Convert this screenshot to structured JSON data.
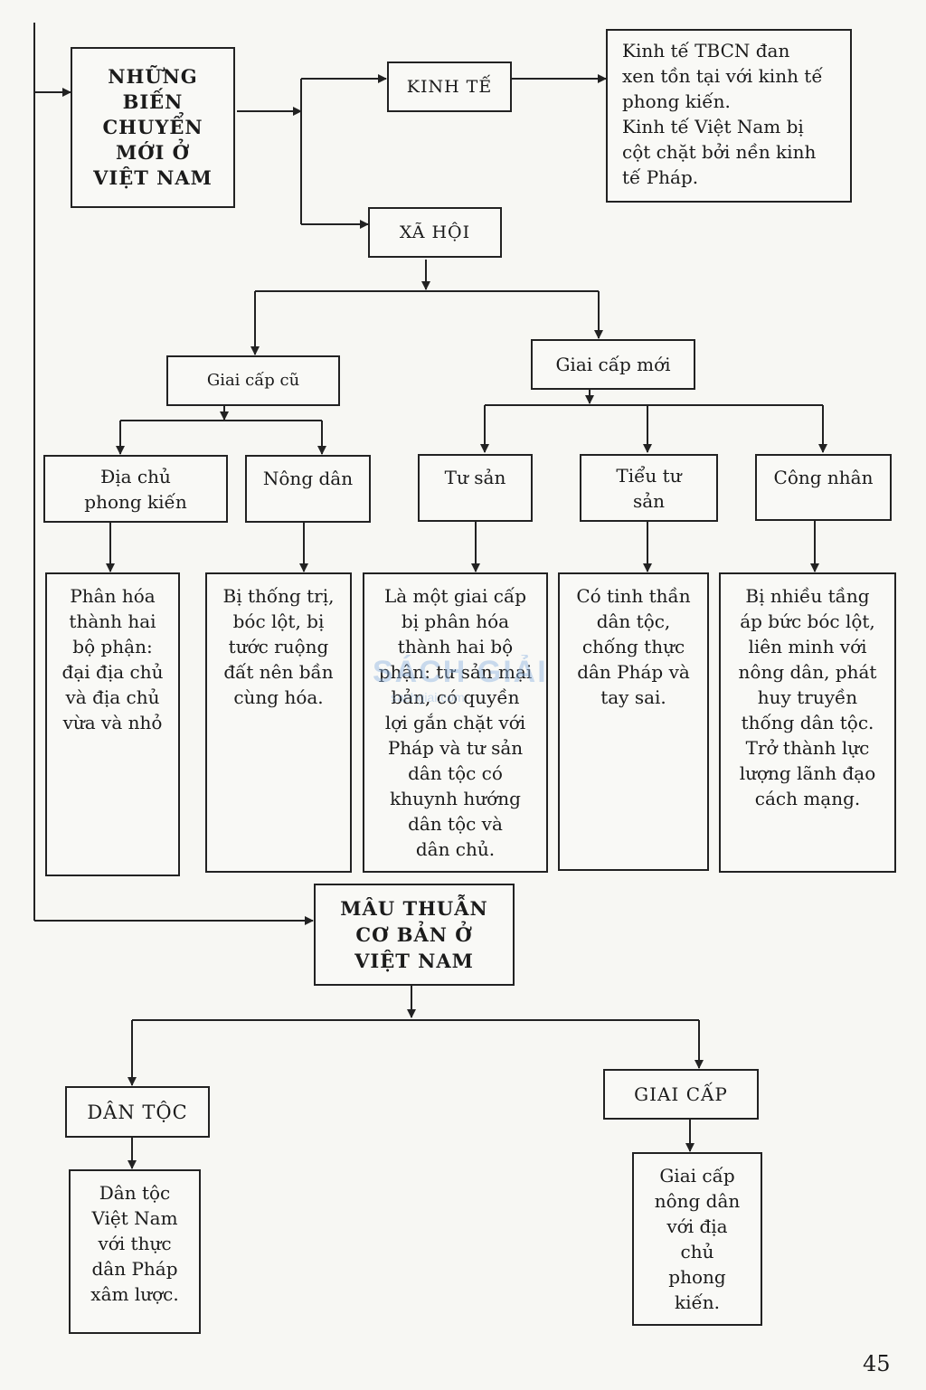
{
  "diagram": {
    "root": "NHỮNG\nBIẾN\nCHUYỂN\nMỚI Ở\nVIỆT NAM",
    "economy": {
      "label": "KINH TẾ",
      "detail": "Kinh tế TBCN đan\nxen tồn tại với kinh tế\nphong kiến.\nKinh tế Việt Nam bị\ncột chặt bởi nền kinh\ntế Pháp."
    },
    "society": {
      "label": "XÃ HỘI",
      "old_class": {
        "label": "Giai cấp cũ",
        "groups": [
          {
            "name": "Địa chủ\nphong kiến",
            "detail": "Phân hóa\nthành hai\nbộ phận:\nđại địa chủ\nvà địa chủ\nvừa và nhỏ"
          },
          {
            "name": "Nông dân",
            "detail": "Bị thống trị,\nbóc lột, bị\ntước ruộng\nđất nên bần\ncùng hóa."
          }
        ]
      },
      "new_class": {
        "label": "Giai cấp mới",
        "groups": [
          {
            "name": "Tư sản",
            "detail": "Là một giai cấp\nbị phân hóa\nthành hai bộ\nphận: tư sản mại\nbản, có quyền\nlợi gắn chặt với\nPháp và tư sản\ndân tộc có\nkhuynh hướng\ndân tộc và\ndân chủ."
          },
          {
            "name": "Tiểu tư\nsản",
            "detail": "Có tinh thần\ndân tộc,\nchống thực\ndân Pháp và\ntay sai."
          },
          {
            "name": "Công nhân",
            "detail": "Bị nhiều tầng\náp bức bóc lột,\nliên minh với\nnông dân, phát\nhuy truyền\nthống dân tộc.\nTrở thành lực\nlượng lãnh đạo\ncách mạng."
          }
        ]
      }
    },
    "contradiction": {
      "label": "MÂU THUẪN\nCƠ BẢN Ở\nVIỆT NAM",
      "national": {
        "label": "DÂN TỘC",
        "detail": "Dân tộc\nViệt Nam\nvới thực\ndân Pháp\nxâm lược."
      },
      "class": {
        "label": "GIAI CẤP",
        "detail": "Giai cấp\nnông dân\nvới địa\nchủ\nphong\nkiến."
      }
    }
  },
  "watermark": {
    "title": "SÁCH GIẢI",
    "url": "sachgiai.com"
  },
  "page_number": "45"
}
